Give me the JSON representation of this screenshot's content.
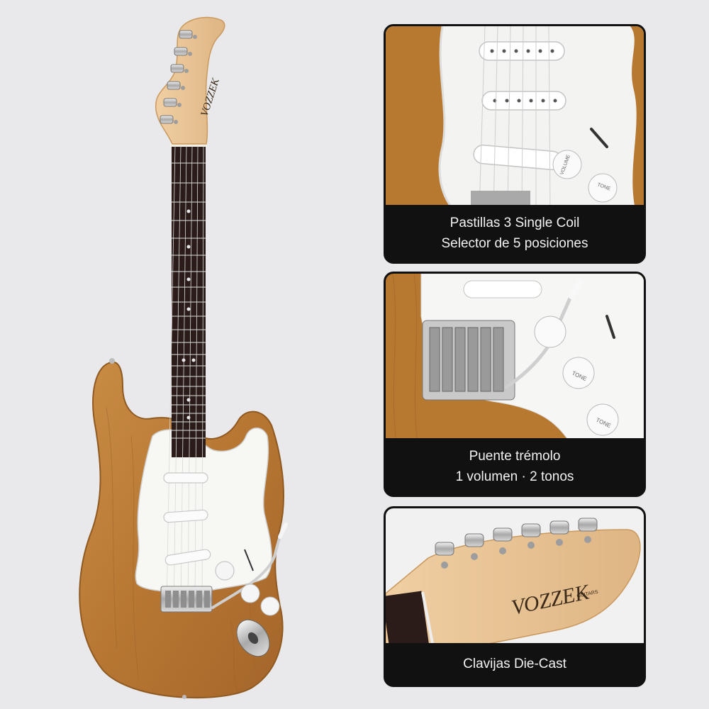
{
  "brand": {
    "headstock_logo": "VOZZEK",
    "sub_logo": "GUITARS"
  },
  "knob_labels": {
    "volume": "VOLUME",
    "tone": "TONE"
  },
  "panels": [
    {
      "line1": "Pastillas 3 Single Coil",
      "line2": "Selector de 5 posiciones"
    },
    {
      "line1": "Puente trémolo",
      "line2": "1 volumen · 2 tonos"
    },
    {
      "line1": "Clavijas Die-Cast",
      "line2": ""
    }
  ],
  "colors": {
    "background": "#e9e8ea",
    "body_wood": "#b87a35",
    "pickguard": "#f7f7f4",
    "fretboard": "#2b1c19",
    "maple": "#e9c596",
    "caption_bg": "#111111"
  }
}
